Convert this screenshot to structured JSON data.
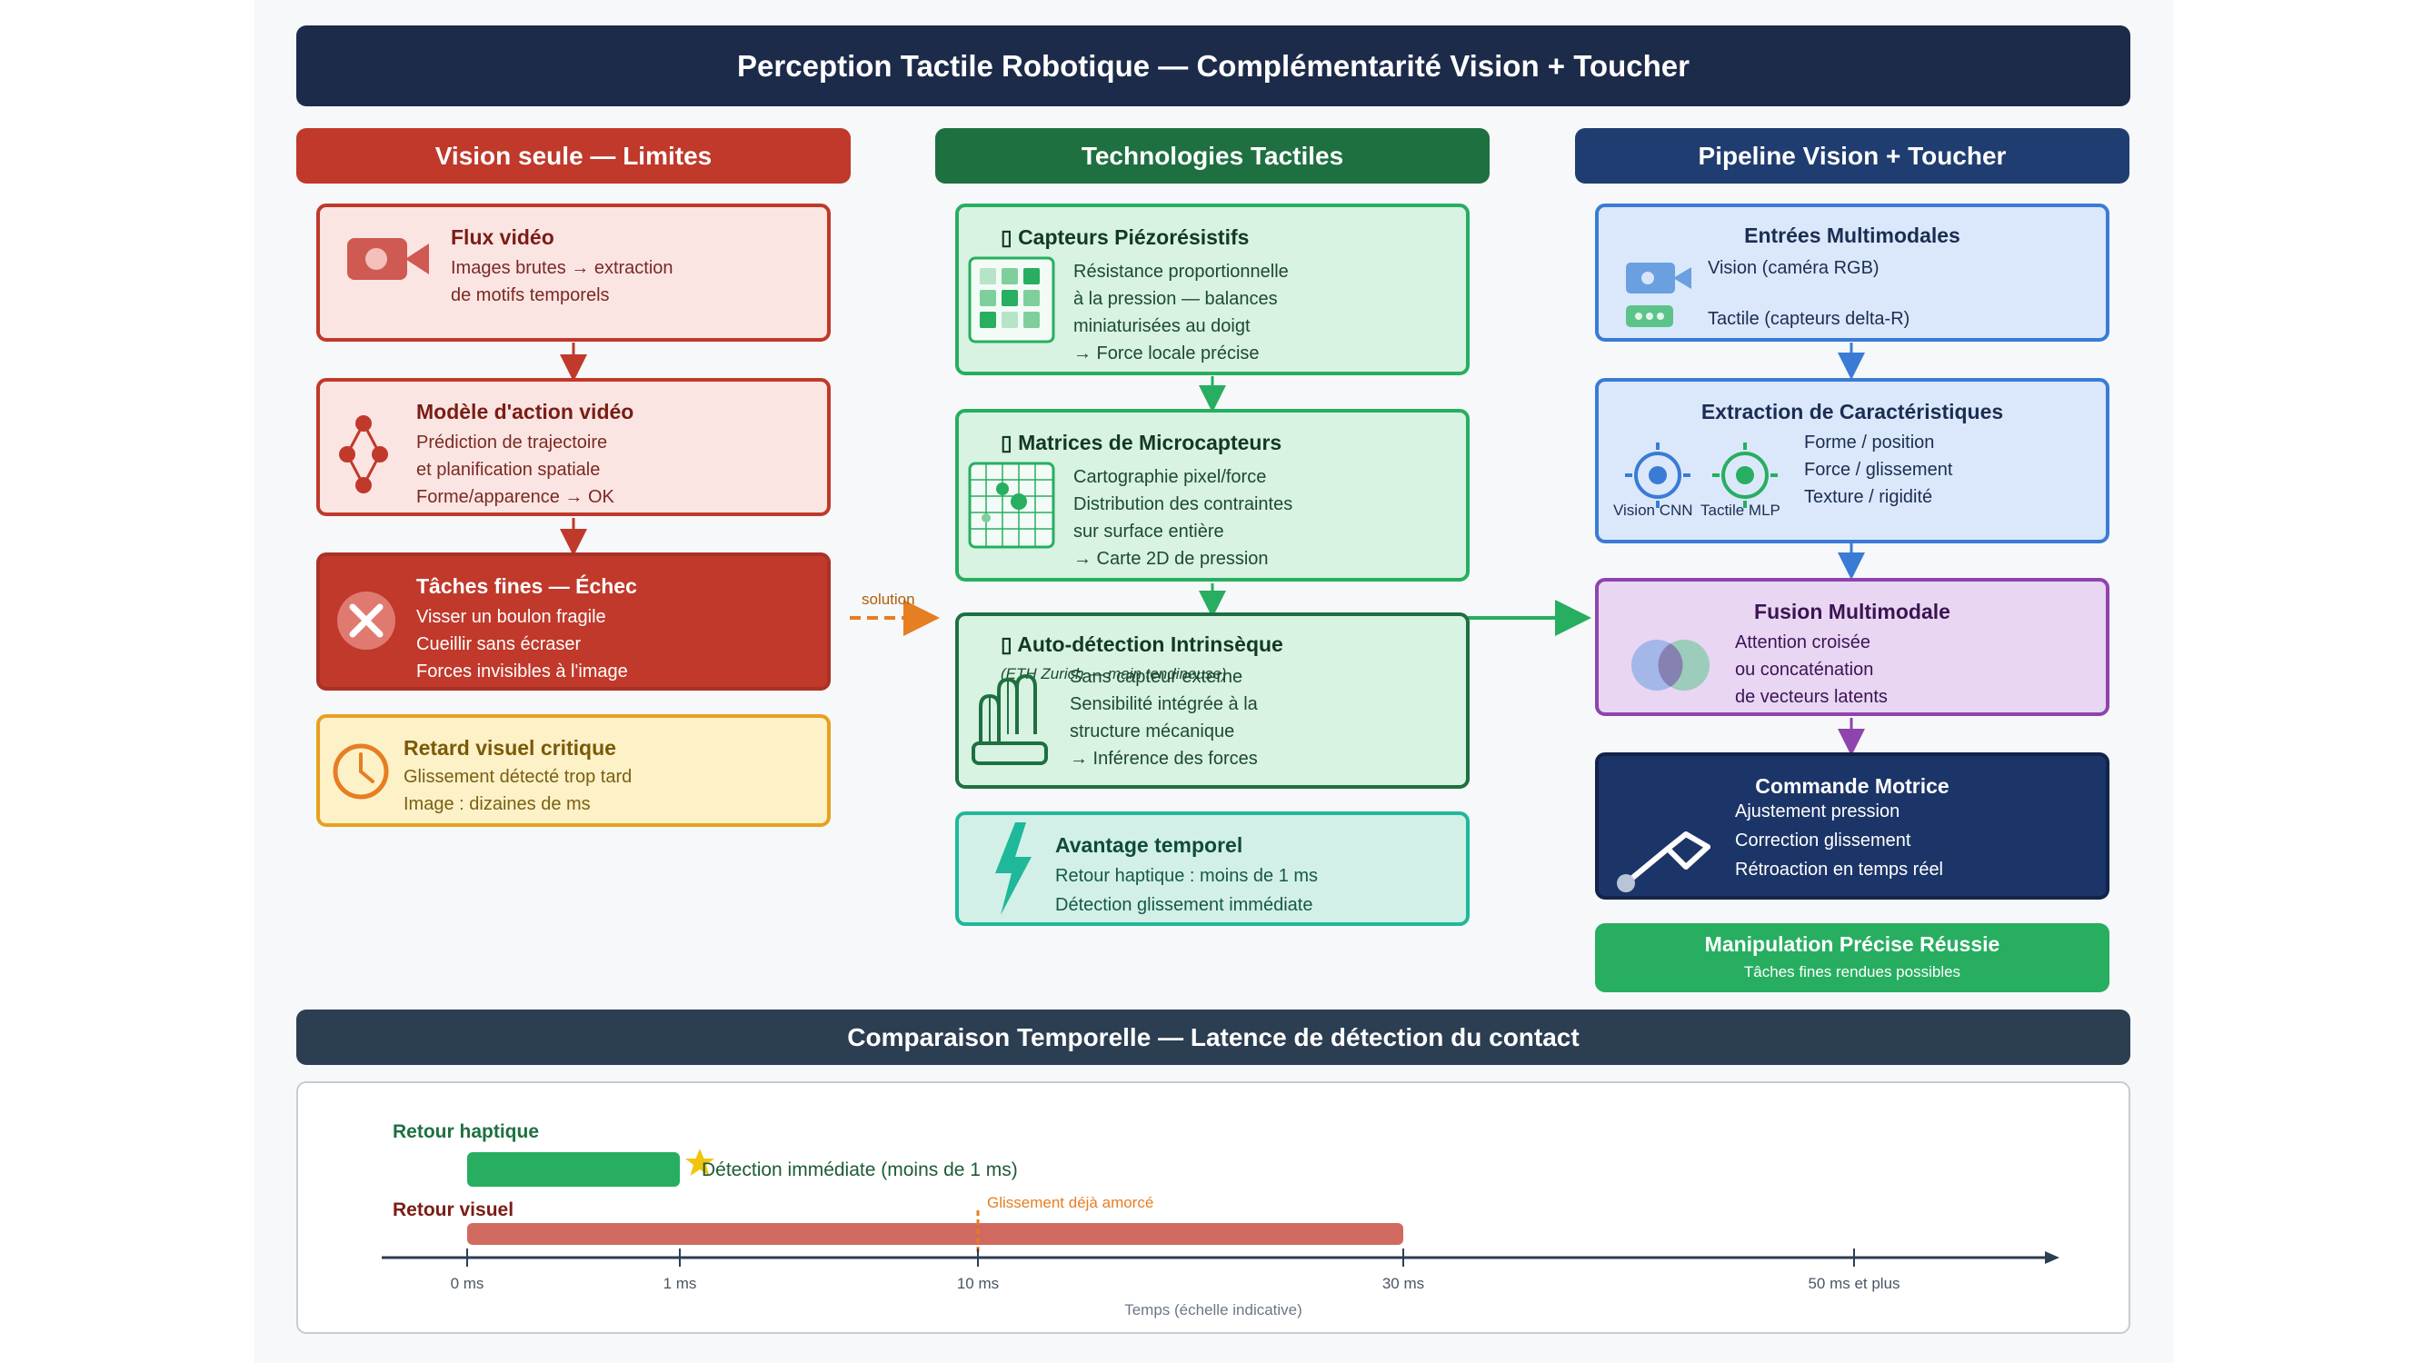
{
  "title": "Perception Tactile Robotique — Complémentarité Vision + Toucher",
  "colors": {
    "navy": "#1c2b4a",
    "red": "#c0392b",
    "green": "#1e7040",
    "blue": "#1f3d70",
    "accent_orange": "#e67e22",
    "purple": "#8e44ad"
  },
  "col1": {
    "header": "Vision seule — Limites",
    "flux": {
      "title": "Flux vidéo",
      "lines": [
        "Images brutes → extraction",
        "de motifs temporels"
      ],
      "icon": "video-camera-icon"
    },
    "modele": {
      "title": "Modèle d'action vidéo",
      "lines": [
        "Prédiction de trajectoire",
        "et planification spatiale",
        "Forme/apparence → OK"
      ],
      "icon": "graph-network-icon"
    },
    "taches": {
      "title": "Tâches fines — Échec",
      "lines": [
        "Visser un boulon fragile",
        "Cueillir sans écraser",
        "Forces invisibles à l'image"
      ],
      "icon": "x-circle-icon"
    },
    "retard": {
      "title": "Retard visuel critique",
      "lines": [
        "Glissement détecté trop tard",
        "Image : dizaines de ms"
      ],
      "icon": "clock-icon"
    }
  },
  "arrow_label": "solution",
  "col2": {
    "header": "Technologies Tactiles",
    "piezo": {
      "glyph": "▯",
      "title": "Capteurs Piézorésistifs",
      "lines": [
        "Résistance proportionnelle",
        "à la pression — balances",
        "miniaturisées au doigt",
        "→ Force locale précise"
      ],
      "icon": "sensor-grid-icon"
    },
    "matrices": {
      "glyph": "▯",
      "title": "Matrices de Microcapteurs",
      "lines": [
        "Cartographie pixel/force",
        "Distribution des contraintes",
        "sur surface entière",
        "→ Carte 2D de pression"
      ],
      "icon": "pressure-map-icon"
    },
    "auto": {
      "glyph": "▯",
      "title": "Auto-détection Intrinsèque",
      "subtitle": "(ETH Zurich — main tendineuse)",
      "lines": [
        "Sans capteur externe",
        "Sensibilité intégrée à la",
        "structure mécanique",
        "→ Inférence des forces"
      ],
      "icon": "tendon-hand-icon"
    },
    "avantage": {
      "title": "Avantage temporel",
      "lines": [
        "Retour haptique : moins de 1 ms",
        "Détection glissement immédiate"
      ],
      "icon": "lightning-icon"
    }
  },
  "col3": {
    "header": "Pipeline Vision + Toucher",
    "entrees": {
      "title": "Entrées Multimodales",
      "vision": "Vision (caméra RGB)",
      "tactile": "Tactile (capteurs delta-R)"
    },
    "extraction": {
      "title": "Extraction de Caractéristiques",
      "cnn": "Vision CNN",
      "mlp": "Tactile MLP",
      "lines": [
        "Forme / position",
        "Force / glissement",
        "Texture / rigidité"
      ]
    },
    "fusion": {
      "title": "Fusion Multimodale",
      "lines": [
        "Attention croisée",
        "ou concaténation",
        "de vecteurs latents"
      ]
    },
    "commande": {
      "title": "Commande Motrice",
      "lines": [
        "Ajustement pression",
        "Correction glissement",
        "Rétroaction en temps réel"
      ]
    },
    "result": {
      "title": "Manipulation Précise Réussie",
      "subtitle": "Tâches fines rendues possibles"
    }
  },
  "timeline": {
    "header": "Comparaison Temporelle — Latence de détection du contact",
    "haptic_label": "Retour haptique",
    "haptic_note": "Détection immédiate (moins de 1 ms)",
    "haptic_end_ms": 1,
    "visual_label": "Retour visuel",
    "visual_note": "Glissement déjà amorcé",
    "visual_end_ms": 30,
    "marker_ms": 10,
    "ticks": [
      "0 ms",
      "1 ms",
      "10 ms",
      "30 ms",
      "50 ms et plus"
    ],
    "axis_label": "Temps (échelle indicative)"
  }
}
